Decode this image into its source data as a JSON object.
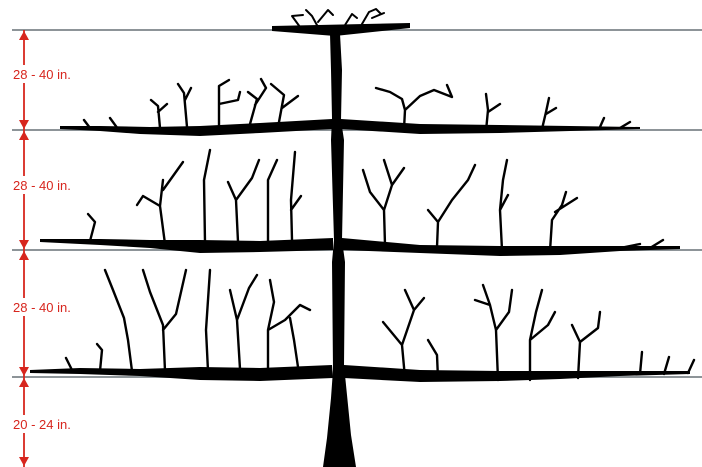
{
  "colors": {
    "wire": "#8d9498",
    "tree": "#000000",
    "dimension": "#d7261e",
    "background": "#ffffff"
  },
  "dimensions": [
    {
      "label": "28 - 40 in."
    },
    {
      "label": "28 - 40 in."
    },
    {
      "label": "28 - 40 in."
    },
    {
      "label": "20 - 24 in."
    }
  ]
}
